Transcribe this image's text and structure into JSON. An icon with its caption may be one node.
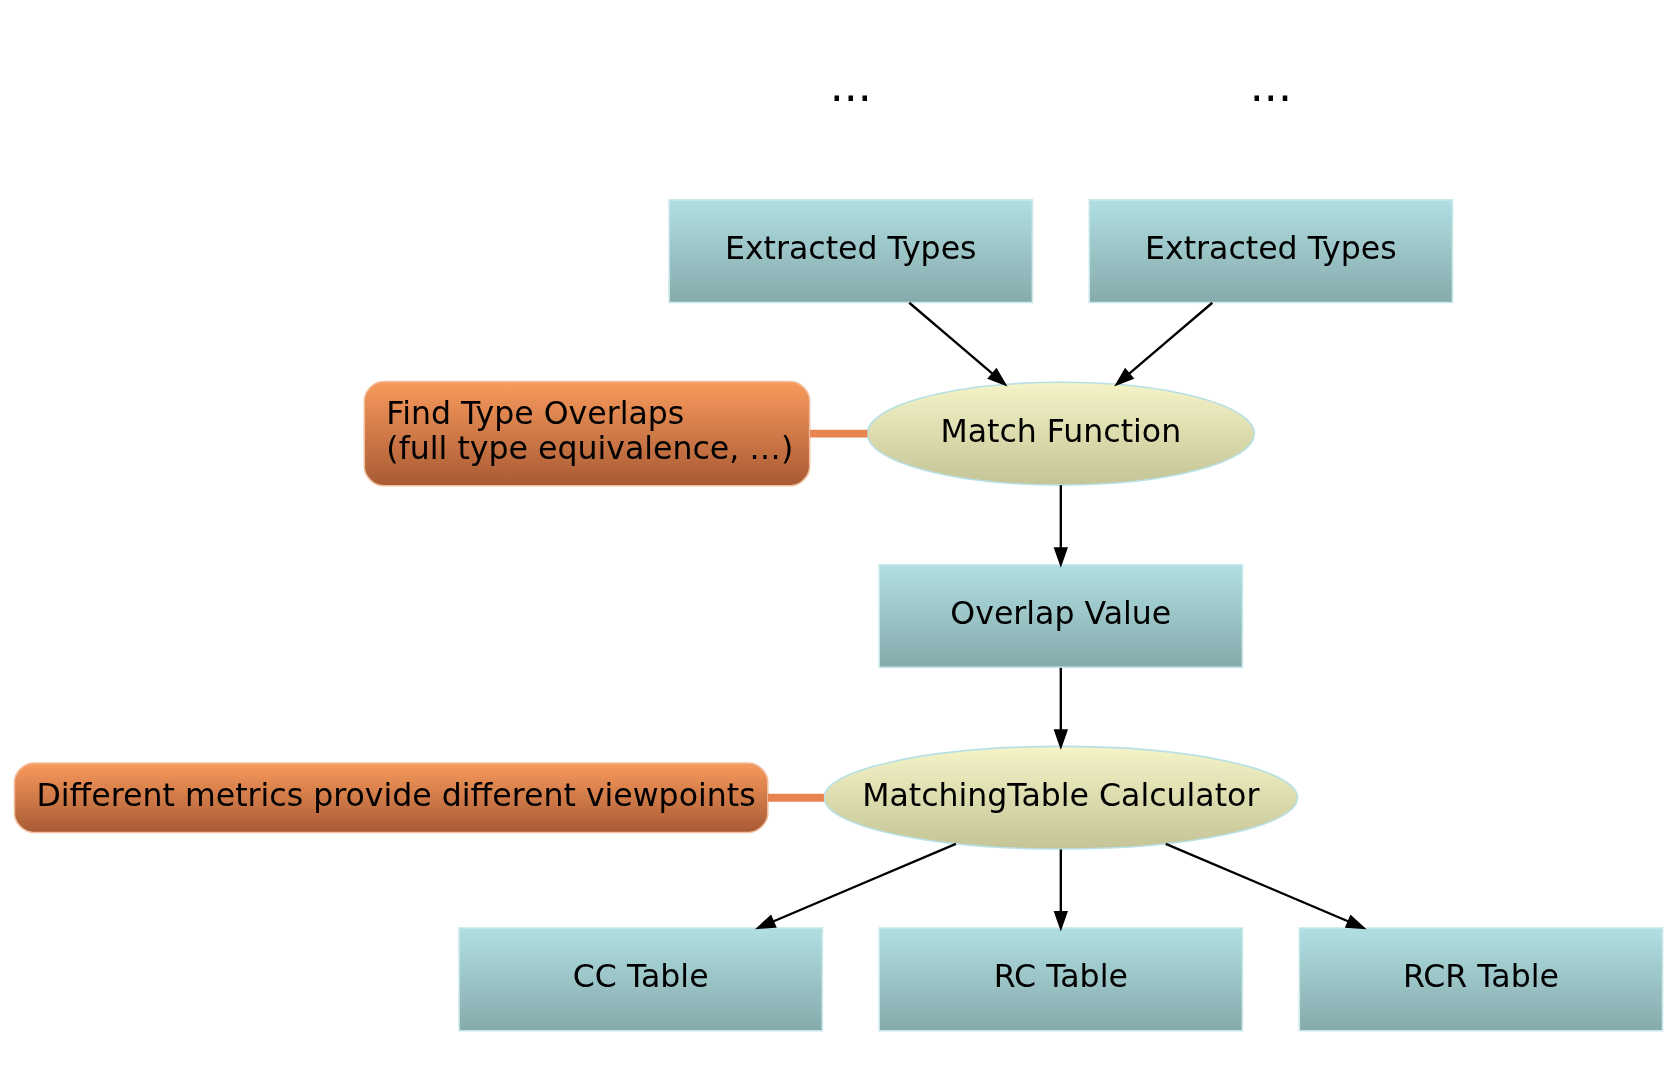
{
  "diagram": {
    "nodes": [
      {
        "text": [
          "Extracted Types"
        ]
      },
      {
        "text": [
          "Extracted Types"
        ]
      },
      {
        "text": [
          "Match Function"
        ]
      },
      {
        "text": [
          "Find Type Overlaps",
          "(full type equivalence, …)"
        ]
      },
      {
        "text": [
          "Overlap Value"
        ]
      },
      {
        "text": [
          "MatchingTable Calculator"
        ]
      },
      {
        "text": [
          "Different metrics provide different viewpoints"
        ]
      },
      {
        "text": [
          "CC Table"
        ]
      },
      {
        "text": [
          "RC Table"
        ]
      },
      {
        "text": [
          "RCR Table"
        ]
      }
    ],
    "edges": [
      {
        "from": 0,
        "to": 2,
        "arrow": "to"
      },
      {
        "from": 1,
        "to": 2,
        "arrow": "to"
      },
      {
        "from": 3,
        "to": 2,
        "arrow": "none",
        "style": "thick",
        "color": "#e8844f"
      },
      {
        "from": 2,
        "to": 4,
        "arrow": "to"
      },
      {
        "from": 4,
        "to": 5,
        "arrow": "to"
      },
      {
        "from": 6,
        "to": 5,
        "arrow": "none",
        "style": "thick",
        "color": "#e8844f"
      },
      {
        "from": 5,
        "to": 7,
        "arrow": "to"
      },
      {
        "from": 5,
        "to": 8,
        "arrow": "to"
      },
      {
        "from": 5,
        "to": 9,
        "arrow": "to"
      }
    ],
    "labels": [
      "...",
      "..."
    ]
  }
}
